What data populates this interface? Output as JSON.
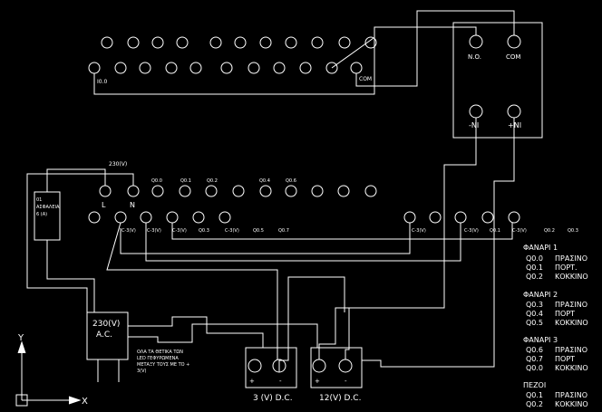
{
  "colors": {
    "background": "#000000",
    "line": "#ffffff"
  },
  "plc_top_labels": {
    "i00": "I0.0",
    "com": "COM"
  },
  "relay": {
    "no": "N.O.",
    "com": "COM",
    "minus": "-NI",
    "plus": "+NI"
  },
  "power_230_label": "230(V)",
  "terminal_labels": {
    "l": "L",
    "n": "N"
  },
  "output_row_labels": [
    "Q0.0",
    "Q0.1",
    "Q0.2",
    "Q0.4",
    "Q0.6"
  ],
  "bottom_row_labels": [
    "C-3(V)",
    "C-3(V)",
    "C-3(V)",
    "Q0.3",
    "C-3(V)",
    "Q0.5",
    "Q0.7",
    "C-3(V)",
    "C-3(V)",
    "Q0.1",
    "C-3(V)",
    "Q0.2",
    "Q0.3"
  ],
  "fuse": {
    "line1": "01",
    "line2": "ΑΣΦΑΛΕΙΑ",
    "line3": "6 (A)"
  },
  "transformer": {
    "line1": "230(V)",
    "line2": "A.C."
  },
  "note": {
    "line1": "ΟΛΑ ΤΑ ΘΕΤΙΚΑ ΤΩΝ",
    "line2": "LED ΓΕΦΥΡΩΜΕΝΑ",
    "line3": "ΜΕΤΑΞΥ ΤΟΥΣ ΜΕ ΤΟ +",
    "line4": "3(V)"
  },
  "supply_3v": {
    "plus": "+",
    "minus": "-",
    "label": "3  (V)  D.C."
  },
  "supply_12v": {
    "plus": "+",
    "minus": "-",
    "label": "12(V)  D.C."
  },
  "axes": {
    "y": "Y",
    "x": "X"
  },
  "legend": [
    {
      "title": "ΦΑΝΑΡΙ  1",
      "rows": [
        {
          "addr": "Q0.0",
          "color": "ΠΡΑΣΙΝΟ"
        },
        {
          "addr": "Q0.1",
          "color": "ΠΟΡΤ."
        },
        {
          "addr": "Q0.2",
          "color": "ΚΟΚΚΙΝΟ"
        }
      ]
    },
    {
      "title": "ΦΑΝΑΡΙ  2",
      "rows": [
        {
          "addr": "Q0.3",
          "color": "ΠΡΑΣΙΝΟ"
        },
        {
          "addr": "Q0.4",
          "color": "ΠΟΡΤ"
        },
        {
          "addr": "Q0.5",
          "color": "ΚΟΚΚΙΝΟ"
        }
      ]
    },
    {
      "title": "ΦΑΝΑΡΙ  3",
      "rows": [
        {
          "addr": "Q0.6",
          "color": "ΠΡΑΣΙΝΟ"
        },
        {
          "addr": "Q0.7",
          "color": "ΠΟΡΤ"
        },
        {
          "addr": "Q0.0",
          "color": "ΚΟΚΚΙΝΟ"
        }
      ]
    },
    {
      "title": "ΠΕΖΟΙ",
      "rows": [
        {
          "addr": "Q0.1",
          "color": "ΠΡΑΣΙΝΟ"
        },
        {
          "addr": "Q0.2",
          "color": "ΚΟΚΚΙΝΟ"
        }
      ]
    }
  ]
}
